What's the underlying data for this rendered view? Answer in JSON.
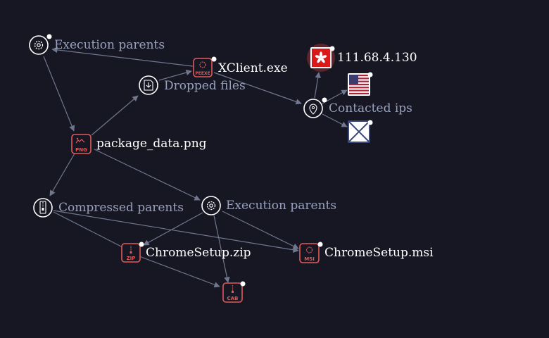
{
  "colors": {
    "background": "#171723",
    "edge": "#6f778e",
    "file_icon": "#e05a5a",
    "relationship_icon": "#ffffff",
    "node_label": "#ffffff",
    "relationship_label": "#9aa1bd",
    "highlight": "#c43a3a"
  },
  "nodes": {
    "exec_parents_top": {
      "label": "Execution parents",
      "kind": "relationship",
      "icon": "gear-icon"
    },
    "xclient": {
      "label": "XClient.exe",
      "kind": "file",
      "badge": "PEEXE"
    },
    "dropped_files": {
      "label": "Dropped files",
      "kind": "relationship",
      "icon": "download-file-icon"
    },
    "ip_hk": {
      "label": "111.68.4.130",
      "kind": "ip",
      "icon": "hong-kong-flag-icon"
    },
    "ip_us": {
      "label": "",
      "kind": "ip",
      "icon": "us-flag-icon"
    },
    "ip_unknown": {
      "label": "",
      "kind": "ip",
      "icon": "unknown-flag-icon"
    },
    "contacted_ips": {
      "label": "Contacted ips",
      "kind": "relationship",
      "icon": "location-pin-icon"
    },
    "package_data": {
      "label": "package_data.png",
      "kind": "file",
      "badge": "PNG"
    },
    "compressed_parents": {
      "label": "Compressed parents",
      "kind": "relationship",
      "icon": "zip-icon"
    },
    "exec_parents_mid": {
      "label": "Execution parents",
      "kind": "relationship",
      "icon": "gear-icon"
    },
    "chromesetup_zip": {
      "label": "ChromeSetup.zip",
      "kind": "file",
      "badge": "ZIP"
    },
    "chromesetup_msi": {
      "label": "ChromeSetup.msi",
      "kind": "file",
      "badge": "MSI"
    },
    "cab_file": {
      "label": "",
      "kind": "file",
      "badge": "CAB"
    }
  }
}
